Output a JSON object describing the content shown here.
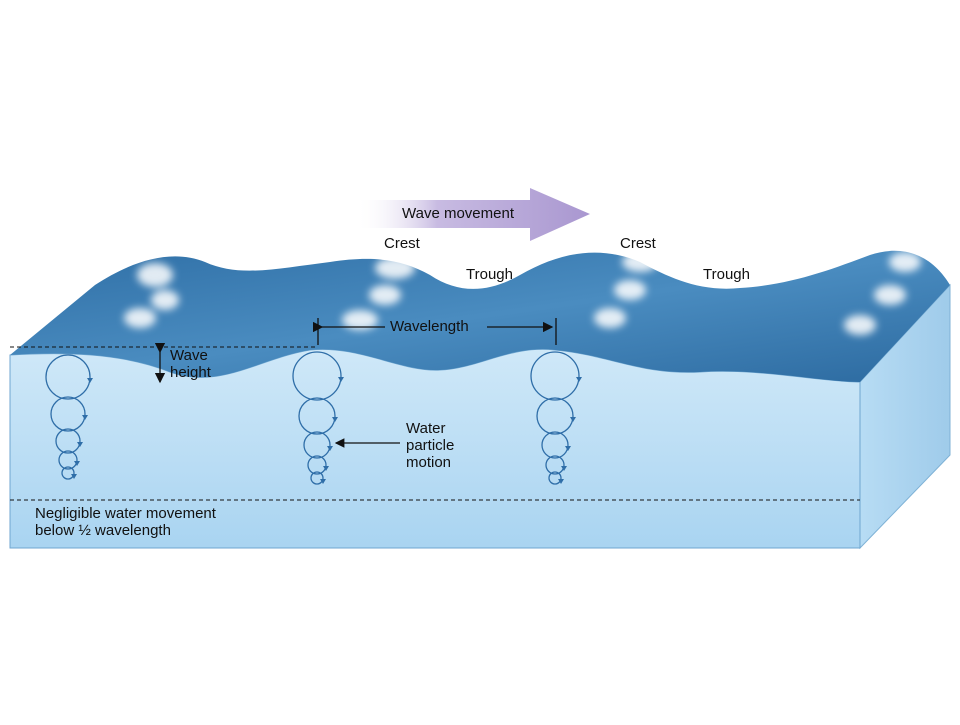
{
  "labels": {
    "wave_movement": "Wave movement",
    "crest_1": "Crest",
    "crest_2": "Crest",
    "trough_1": "Trough",
    "trough_2": "Trough",
    "wavelength": "Wavelength",
    "wave_height_line1": "Wave",
    "wave_height_line2": "height",
    "particle_line1": "Water",
    "particle_line2": "particle",
    "particle_line3": "motion",
    "negligible_line1": "Negligible water movement",
    "negligible_line2_prefix": "below ",
    "negligible_line2_fraction": "½",
    "negligible_line2_suffix": " wavelength"
  },
  "colors": {
    "water_front": "#b9dcf3",
    "water_surface": "#3d7fb3",
    "water_side": "#a9d2ee",
    "orbit_stroke": "#2f6ea8",
    "arrow_fill": "#b8a8d8",
    "foam": "#ffffff",
    "line": "#111111"
  }
}
